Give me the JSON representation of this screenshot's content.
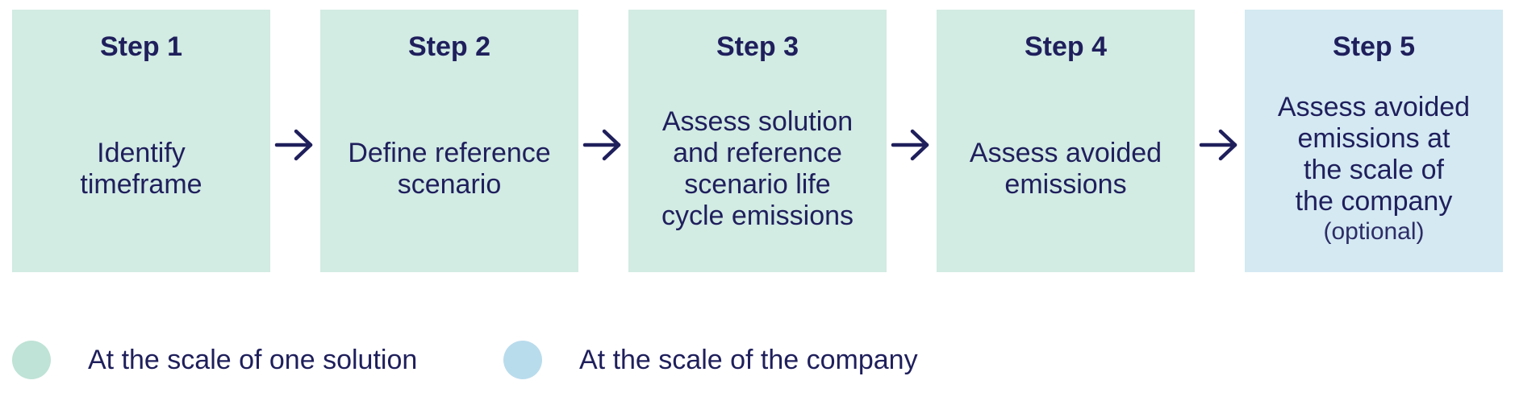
{
  "colors": {
    "solution_fill": "#d2ebe3",
    "company_fill": "#d4e9f2",
    "solution_dot": "#bfe3d6",
    "company_dot": "#b9dcec",
    "text": "#1f1f5c"
  },
  "steps": [
    {
      "title": "Step 1",
      "description": "Identify\ntimeframe",
      "note": "",
      "scale": "solution"
    },
    {
      "title": "Step 2",
      "description": "Define reference\nscenario",
      "note": "",
      "scale": "solution"
    },
    {
      "title": "Step 3",
      "description": "Assess solution\nand reference\nscenario life\ncycle emissions",
      "note": "",
      "scale": "solution"
    },
    {
      "title": "Step 4",
      "description": "Assess avoided\nemissions",
      "note": "",
      "scale": "solution"
    },
    {
      "title": "Step 5",
      "description": "Assess avoided\nemissions at\nthe scale of\nthe company",
      "note": "(optional)",
      "scale": "company"
    }
  ],
  "arrow_icon": "arrow-right-icon",
  "legend": [
    {
      "label": "At the scale of one solution",
      "scale": "solution"
    },
    {
      "label": "At the scale of the company",
      "scale": "company"
    }
  ]
}
